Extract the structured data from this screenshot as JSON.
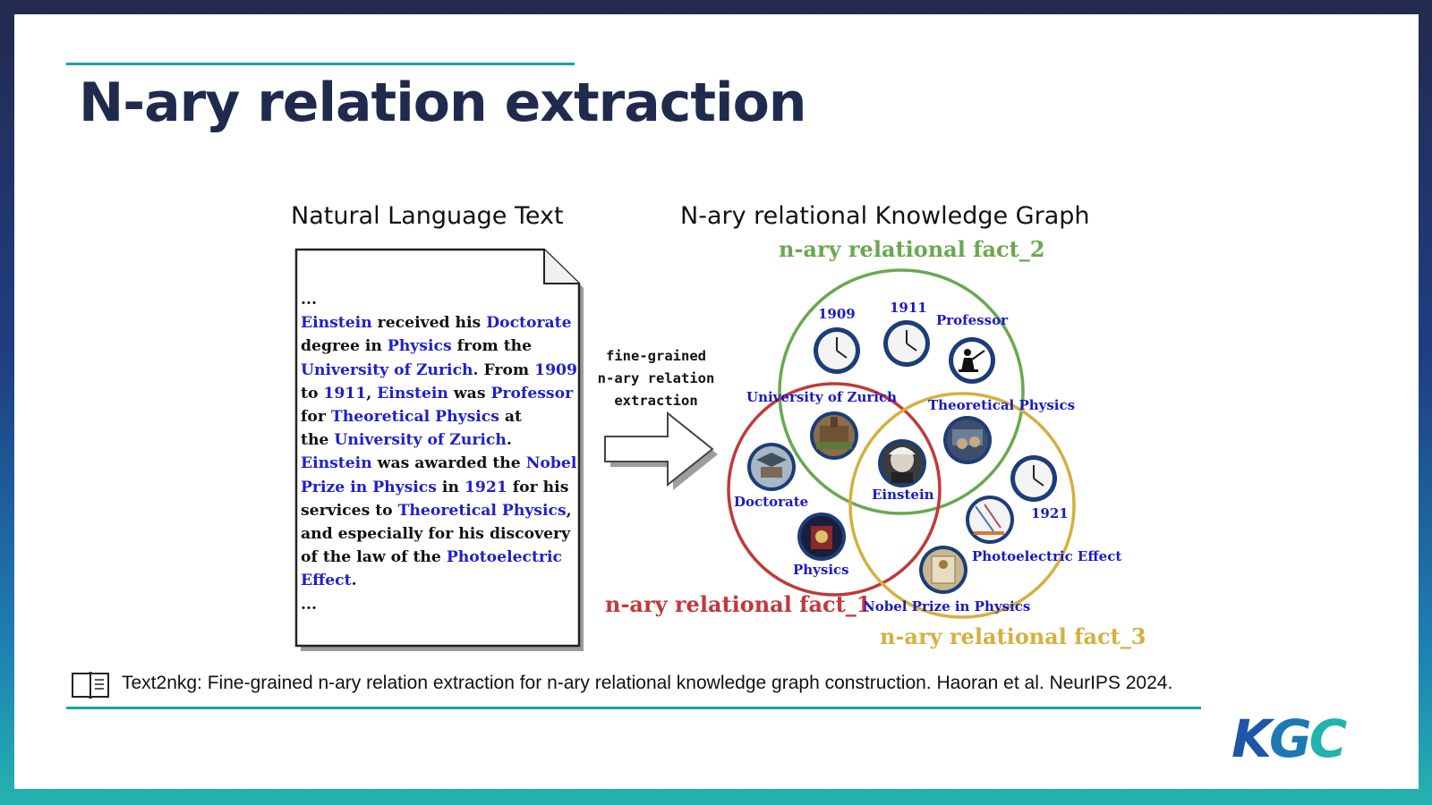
{
  "slide": {
    "title": "N-ary relation extraction",
    "reference": "Text2nkg: Fine-grained n-ary relation extraction for n-ary relational knowledge graph construction. Haoran et al. NeurIPS 2024.",
    "reference_icon": "book-icon",
    "logo": {
      "k": "K",
      "g": "G",
      "c": "C"
    }
  },
  "figure": {
    "left_heading": "Natural Language Text",
    "right_heading": "N-ary relational Knowledge Graph",
    "arrow_caption": [
      "fine-grained",
      "n-ary relation",
      "extraction"
    ],
    "document_lines": [
      [
        {
          "t": "...",
          "h": false
        }
      ],
      [
        {
          "t": "Einstein",
          "h": true
        },
        {
          "t": " received his ",
          "h": false
        },
        {
          "t": "Doctorate",
          "h": true
        }
      ],
      [
        {
          "t": "degree in ",
          "h": false
        },
        {
          "t": "Physics",
          "h": true
        },
        {
          "t": " from the",
          "h": false
        }
      ],
      [
        {
          "t": "University of Zurich",
          "h": true
        },
        {
          "t": ". From ",
          "h": false
        },
        {
          "t": "1909",
          "h": true
        }
      ],
      [
        {
          "t": "to ",
          "h": false
        },
        {
          "t": "1911",
          "h": true
        },
        {
          "t": ", ",
          "h": false
        },
        {
          "t": "Einstein",
          "h": true
        },
        {
          "t": " was ",
          "h": false
        },
        {
          "t": "Professor",
          "h": true
        }
      ],
      [
        {
          "t": "for ",
          "h": false
        },
        {
          "t": "Theoretical Physics",
          "h": true
        },
        {
          "t": " at",
          "h": false
        }
      ],
      [
        {
          "t": "the ",
          "h": false
        },
        {
          "t": "University of Zurich",
          "h": true
        },
        {
          "t": ".",
          "h": false
        }
      ],
      [
        {
          "t": "Einstein",
          "h": true
        },
        {
          "t": " was awarded the ",
          "h": false
        },
        {
          "t": "Nobel",
          "h": true
        }
      ],
      [
        {
          "t": "Prize in Physics",
          "h": true
        },
        {
          "t": " in ",
          "h": false
        },
        {
          "t": "1921",
          "h": true
        },
        {
          "t": " for his",
          "h": false
        }
      ],
      [
        {
          "t": "services to ",
          "h": false
        },
        {
          "t": "Theoretical Physics",
          "h": true
        },
        {
          "t": ",",
          "h": false
        }
      ],
      [
        {
          "t": "and especially for his discovery",
          "h": false
        }
      ],
      [
        {
          "t": "of the law of the ",
          "h": false
        },
        {
          "t": "Photoelectric",
          "h": true
        }
      ],
      [
        {
          "t": "Effect",
          "h": true
        },
        {
          "t": ".",
          "h": false
        }
      ],
      [
        {
          "t": "...",
          "h": false
        }
      ]
    ],
    "facts": {
      "fact_1": {
        "label": "n-ary relational fact_1",
        "color": "#c0393b"
      },
      "fact_2": {
        "label": "n-ary relational fact_2",
        "color": "#6aa84f"
      },
      "fact_3": {
        "label": "n-ary relational fact_3",
        "color": "#d4b03f"
      }
    },
    "nodes": {
      "year_1909": "1909",
      "year_1911": "1911",
      "professor": "Professor",
      "university": "University of Zurich",
      "theoretical_physics": "Theoretical Physics",
      "doctorate": "Doctorate",
      "einstein": "Einstein",
      "year_1921": "1921",
      "photoelectric": "Photoelectric Effect",
      "physics": "Physics",
      "nobel": "Nobel Prize in Physics"
    },
    "highlight_color": "#1f1fcc"
  }
}
